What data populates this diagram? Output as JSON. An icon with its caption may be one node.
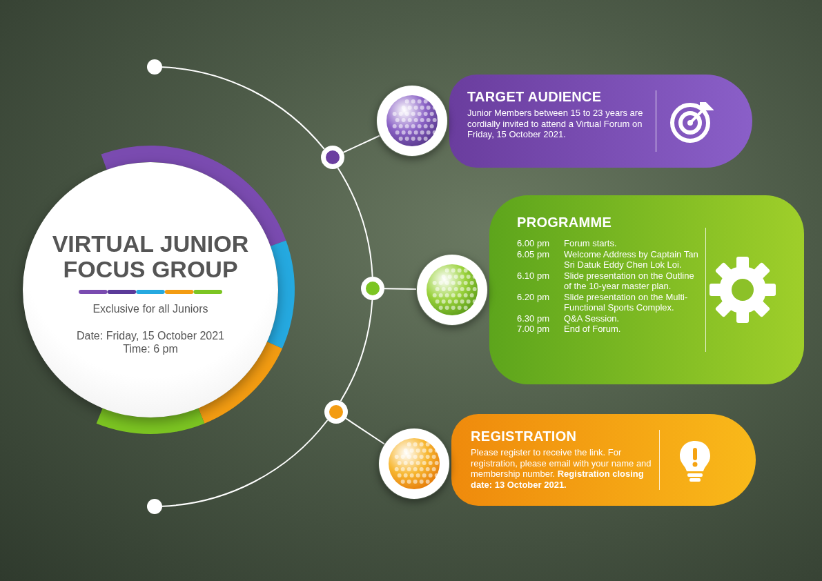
{
  "diagram": {
    "nodes": [
      {
        "text": [
          "VIRTUAL JUNIOR FOCUS GROUP",
          "Exclusive for all Juniors",
          "Date: Friday, 15 October 2021 Time: 6 pm"
        ]
      },
      {
        "text": [],
        "shape": "circle"
      },
      {
        "text": [],
        "shape": "circle"
      },
      {
        "text": [],
        "shape": "circle"
      },
      {
        "text": [],
        "shape": "circle"
      },
      {
        "text": [],
        "shape": "circle"
      },
      {
        "text": [],
        "shape": "picture"
      },
      {
        "text": [
          "TARGET AUDIENCE",
          "Junior Members between 15 to 23 years are cordially invited to attend a Virtual Forum on Friday, 15 October 2021."
        ]
      },
      {
        "text": [],
        "shape": "picture"
      },
      {
        "text": [
          "PROGRAMME",
          "6.00 pm",
          "Forum starts.",
          "6.05 pm",
          "Welcome Address by Captain Tan Sri Datuk Eddy Chen Lok Loi.",
          "6.10 pm",
          "Slide presentation on the Outline of the 10-year master plan.",
          "6.20 pm",
          "Slide presentation on the Multi-Functional Sports Complex.",
          "6.30 pm",
          "Q&A Session.",
          "7.00 pm",
          "End of Forum."
        ]
      },
      {
        "text": [],
        "shape": "picture"
      },
      {
        "text": [
          "REGISTRATION",
          "Please register to receive the link. For registration, please email with your name and membership number. **Registration closing date: 13 October 2021.**"
        ]
      }
    ],
    "edges": [
      {
        "from": 1,
        "to": 2,
        "arrow": "none"
      },
      {
        "from": 2,
        "to": 3,
        "arrow": "none"
      },
      {
        "from": 3,
        "to": 4,
        "arrow": "none"
      },
      {
        "from": 4,
        "to": 5,
        "arrow": "none"
      },
      {
        "from": 2,
        "to": 6,
        "arrow": "none"
      },
      {
        "from": 3,
        "to": 8,
        "arrow": "none"
      },
      {
        "from": 4,
        "to": 10,
        "arrow": "none"
      }
    ]
  }
}
